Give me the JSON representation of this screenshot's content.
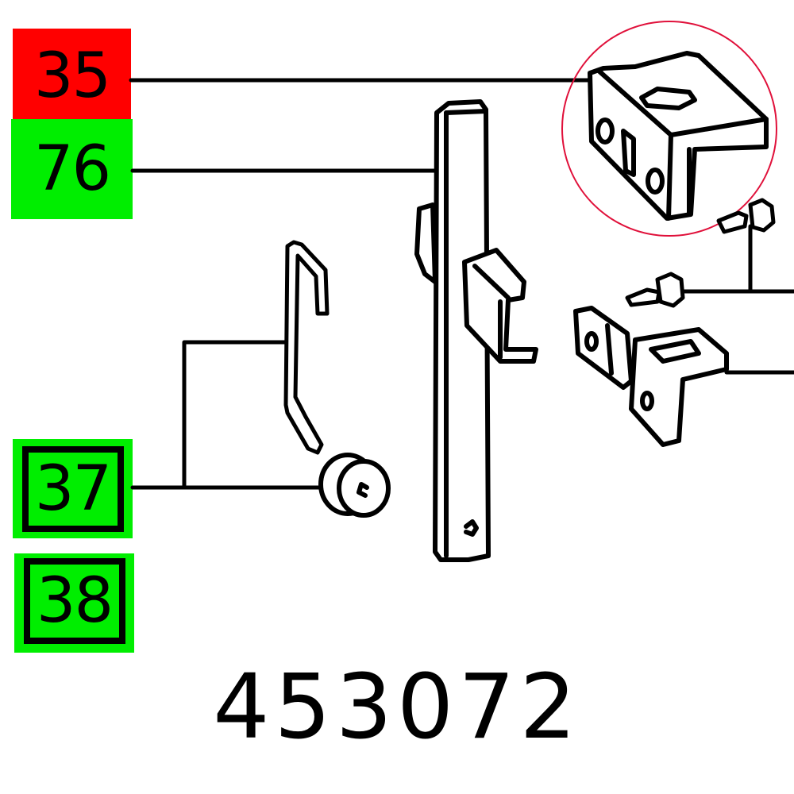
{
  "diagram": {
    "type": "exploded parts diagram",
    "part_number": "453072",
    "highlight_color": "#e0103a",
    "labels": [
      {
        "id": "35",
        "text": "35",
        "background": "#ff0000",
        "boxed": false,
        "highlighted": true
      },
      {
        "id": "76",
        "text": "76",
        "background": "#00ee00",
        "boxed": false,
        "highlighted": false
      },
      {
        "id": "37",
        "text": "37",
        "background": "#00ee00",
        "boxed": true,
        "highlighted": false
      },
      {
        "id": "38",
        "text": "38",
        "background": "#00ee00",
        "boxed": true,
        "highlighted": false,
        "partially_visible": true
      }
    ],
    "parts": [
      {
        "label": "35",
        "name": "bracket",
        "circled": true
      },
      {
        "label": "76",
        "name": "slide-rail"
      },
      {
        "label": "37",
        "name": "hook-and-roller"
      },
      {
        "label": "",
        "name": "screws-and-hinge-bracket"
      }
    ]
  }
}
